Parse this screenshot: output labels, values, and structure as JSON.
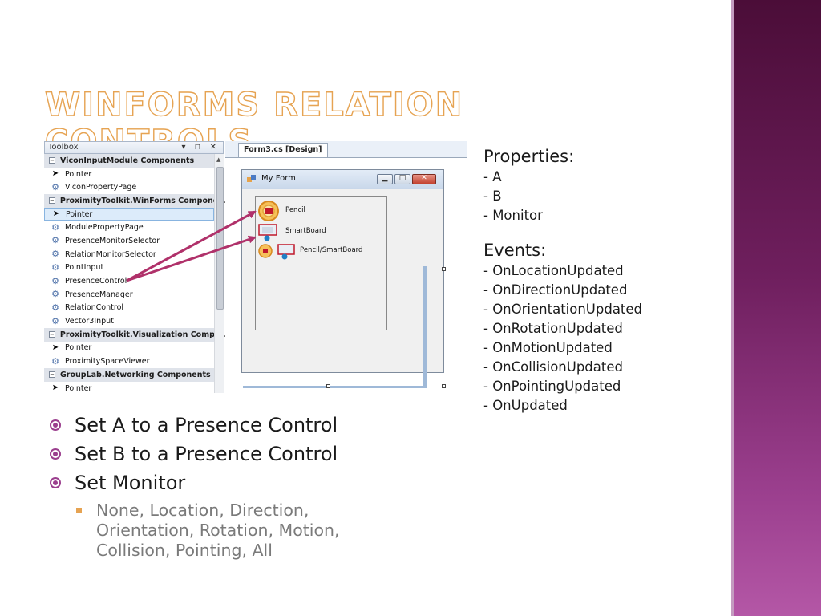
{
  "slide": {
    "title": "WinForms Relation Controls",
    "accent_color": "#e6a352",
    "band_color": "#6f1f5e"
  },
  "toolbox": {
    "title": "Toolbox",
    "header_controls": "▾ ⊓ ✕",
    "items": [
      {
        "label": "ViconInputModule Components",
        "kind": "group",
        "icon": "collapse-box"
      },
      {
        "label": "Pointer",
        "kind": "item",
        "icon": "pointer-icon"
      },
      {
        "label": "ViconPropertyPage",
        "kind": "item",
        "icon": "gear-icon"
      },
      {
        "label": "ProximityToolkit.WinForms Compone...",
        "kind": "group",
        "icon": "collapse-box"
      },
      {
        "label": "Pointer",
        "kind": "selected",
        "icon": "pointer-icon"
      },
      {
        "label": "ModulePropertyPage",
        "kind": "item",
        "icon": "gear-icon"
      },
      {
        "label": "PresenceMonitorSelector",
        "kind": "item",
        "icon": "gear-icon"
      },
      {
        "label": "RelationMonitorSelector",
        "kind": "item",
        "icon": "gear-icon"
      },
      {
        "label": "PointInput",
        "kind": "item",
        "icon": "gear-icon"
      },
      {
        "label": "PresenceControl",
        "kind": "item",
        "icon": "gear-icon"
      },
      {
        "label": "PresenceManager",
        "kind": "item",
        "icon": "gear-icon"
      },
      {
        "label": "RelationControl",
        "kind": "item",
        "icon": "gear-icon"
      },
      {
        "label": "Vector3Input",
        "kind": "item",
        "icon": "gear-icon"
      },
      {
        "label": "ProximityToolkit.Visualization Compo...",
        "kind": "group",
        "icon": "collapse-box"
      },
      {
        "label": "Pointer",
        "kind": "item",
        "icon": "pointer-icon"
      },
      {
        "label": "ProximitySpaceViewer",
        "kind": "item",
        "icon": "gear-icon"
      },
      {
        "label": "GroupLab.Networking Components",
        "kind": "group",
        "icon": "collapse-box"
      },
      {
        "label": "Pointer",
        "kind": "item",
        "icon": "pointer-icon"
      }
    ]
  },
  "designer": {
    "tab_label": "Form3.cs [Design]",
    "form_title": "My Form",
    "controls": [
      {
        "label": "Pencil",
        "icon": "pencil-presence-icon"
      },
      {
        "label": "SmartBoard",
        "icon": "smartboard-presence-icon"
      },
      {
        "label": "Pencil/SmartBoard",
        "icon": "relation-icon"
      }
    ]
  },
  "properties": {
    "heading": "Properties:",
    "items": [
      "- A",
      "- B",
      "- Monitor"
    ]
  },
  "events": {
    "heading": "Events:",
    "items": [
      "- OnLocationUpdated",
      "- OnDirectionUpdated",
      "- OnOrientationUpdated",
      "- OnRotationUpdated",
      "- OnMotionUpdated",
      "- OnCollisionUpdated",
      "- OnPointingUpdated",
      "- OnUpdated"
    ]
  },
  "bullets": [
    "Set A to a Presence Control",
    "Set B to a Presence Control",
    "Set Monitor"
  ],
  "sub_bullet": "None, Location, Direction, Orientation, Rotation, Motion, Collision, Pointing, All"
}
